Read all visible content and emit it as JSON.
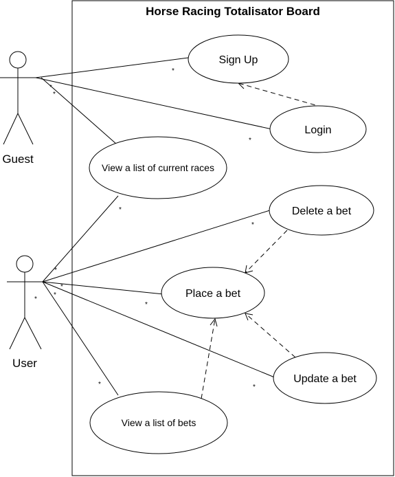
{
  "system": {
    "title": "Horse Racing Totalisator Board"
  },
  "actors": {
    "guest": {
      "name": "Guest"
    },
    "user": {
      "name": "User"
    }
  },
  "use_cases": {
    "sign_up": "Sign Up",
    "login": "Login",
    "view_races": "View a list of current races",
    "delete_bet": "Delete a bet",
    "place_bet": "Place a bet",
    "update_bet": "Update a bet",
    "view_bets": "View a list of bets"
  },
  "multiplicity": "*"
}
